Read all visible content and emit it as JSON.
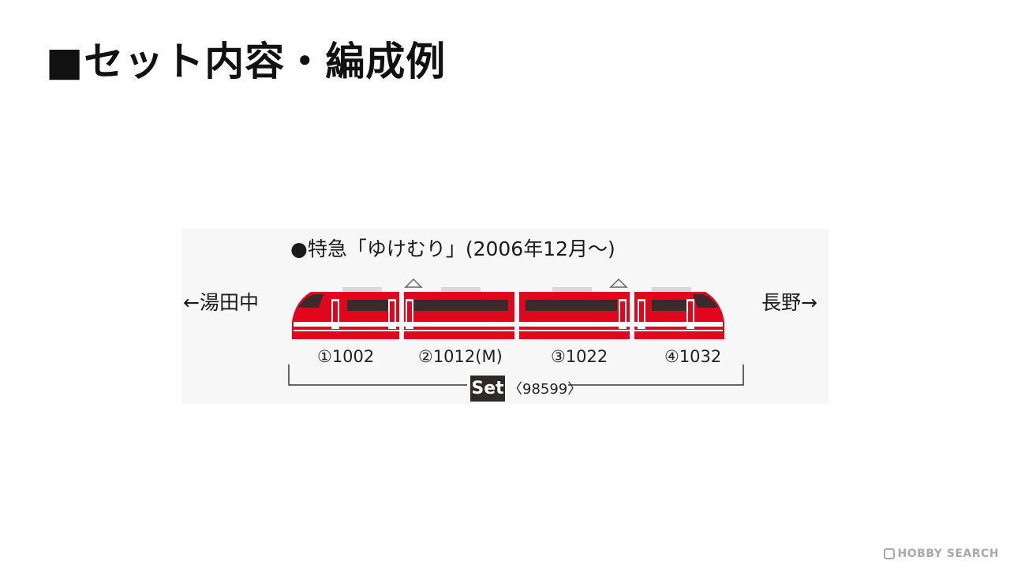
{
  "page": {
    "title": "■セット内容・編成例"
  },
  "formation": {
    "title": "●特急「ゆけむり」(2006年12月〜)",
    "direction_left": "←湯田中",
    "direction_right": "長野→",
    "cars": [
      {
        "label": "①1002"
      },
      {
        "label": "②1012(M)"
      },
      {
        "label": "③1022"
      },
      {
        "label": "④1032"
      }
    ],
    "set_badge": "Set",
    "set_code": "〈98599〉"
  },
  "colors": {
    "body_red": "#e1061c",
    "window_dark": "#3a2a2c",
    "stripe_white": "#ffffff",
    "set_badge_bg": "#2e2a28"
  },
  "watermark": {
    "text": "HOBBY SEARCH"
  }
}
